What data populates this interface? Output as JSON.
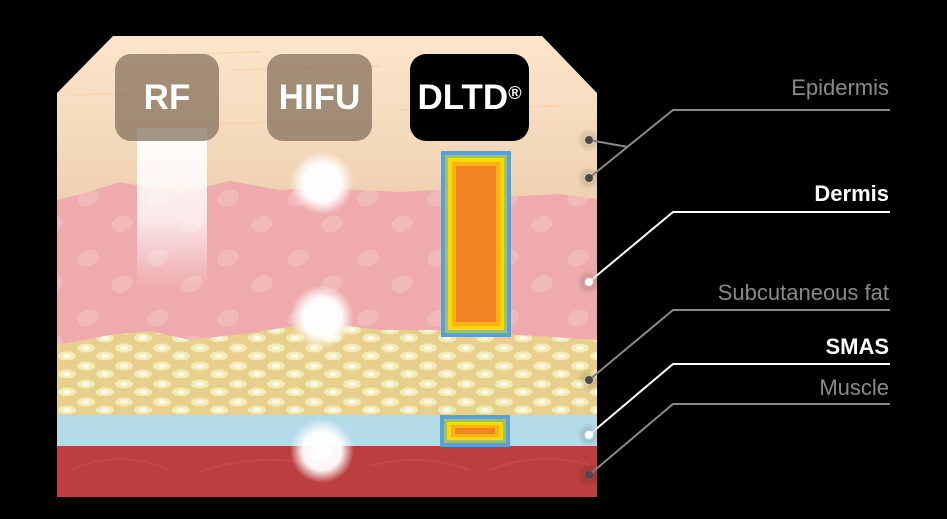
{
  "methods": [
    {
      "label": "RF",
      "state": "faded"
    },
    {
      "label": "HIFU",
      "state": "faded"
    },
    {
      "label": "DLTD",
      "mark": "®",
      "state": "active"
    }
  ],
  "layers": [
    {
      "label": "Epidermis",
      "emphasis": "dim"
    },
    {
      "label": "Dermis",
      "emphasis": "bold"
    },
    {
      "label": "Subcutaneous fat",
      "emphasis": "dim"
    },
    {
      "label": "SMAS",
      "emphasis": "bold"
    },
    {
      "label": "Muscle",
      "emphasis": "dim"
    }
  ],
  "colors": {
    "background": "#000000",
    "epidermis": "#f7dcc0",
    "dermis": "#eeaaac",
    "fat": "#e9cf8c",
    "smas": "#b5dbe9",
    "muscle": "#bc3e3e",
    "heat_outer": "#5aa0d8",
    "heat_mid": "#ffd800",
    "heat_core": "#f28322",
    "leader_dim": "#8a8a8a",
    "leader_bold": "#ffffff"
  }
}
